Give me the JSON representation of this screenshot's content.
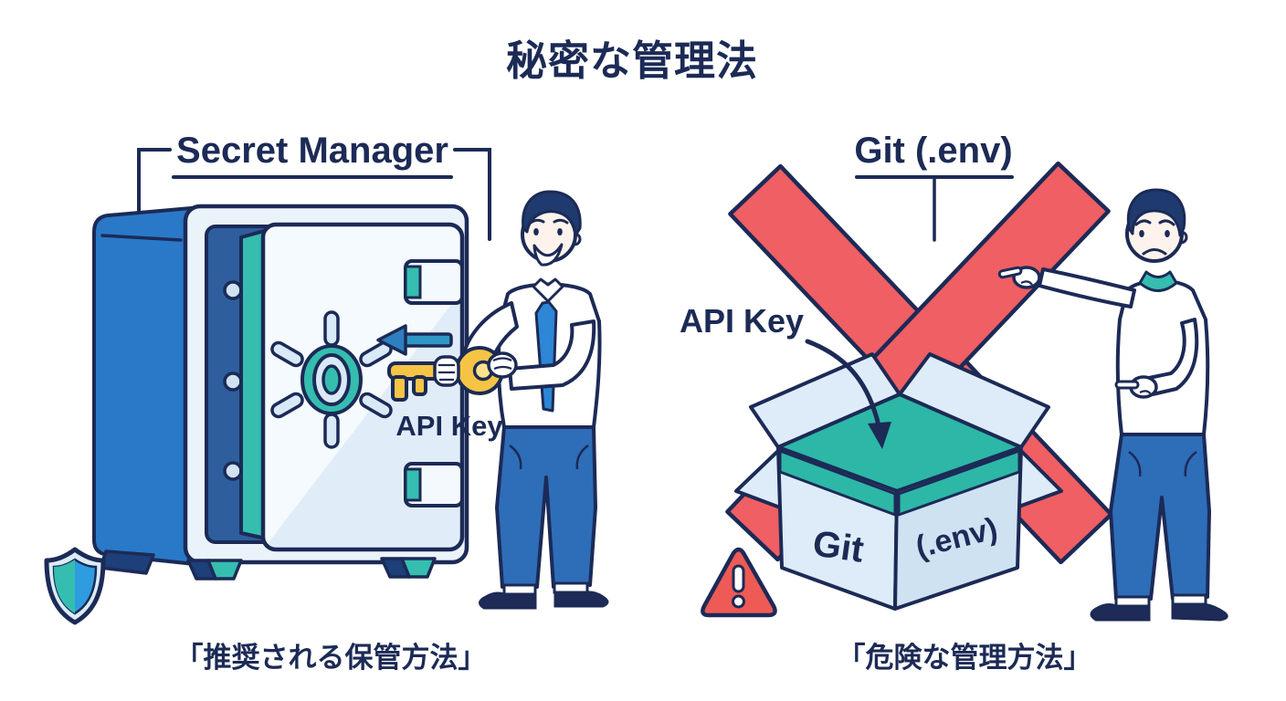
{
  "title": "秘密な管理法",
  "left_panel": {
    "heading": "Secret Manager",
    "api_key_label": "API Key",
    "caption": "「推奨される保管方法」"
  },
  "right_panel": {
    "heading": "Git (.env)",
    "api_key_label": "API Key",
    "box_face_left": "Git",
    "box_face_right": "(.env)",
    "caption": "「危険な管理方法」"
  },
  "colors": {
    "outline_navy": "#1c2a56",
    "safe_blue": "#2979c8",
    "recess_blue": "#2e5e9d",
    "panel_light": "#ebf3fa",
    "pale_blue": "#d9e9f7",
    "teal": "#35bdb0",
    "arrow_teal_blue": "#2f97c6",
    "key_gold": "#f6c445",
    "key_gold_light": "#fbe28a",
    "error_red": "#ef5f63",
    "warning_red": "#ee5a55",
    "shirt_white": "#ffffff",
    "pants_blue": "#2e6db8",
    "tie_blue": "#2e86d6",
    "skin": "#fdf3ec",
    "shield_blue": "#2e9ce0"
  }
}
